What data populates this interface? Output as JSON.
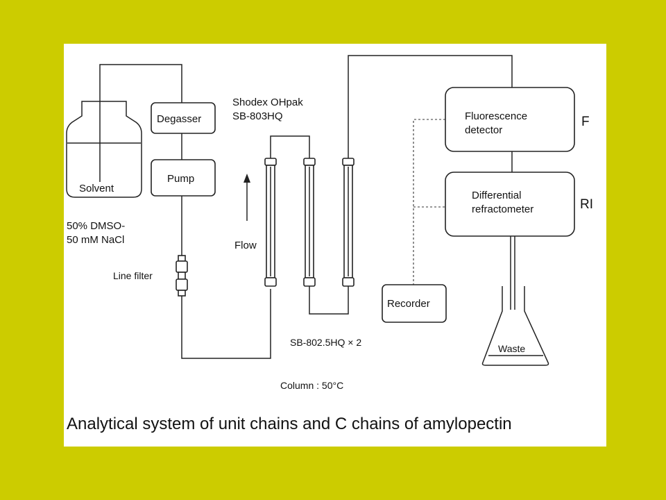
{
  "background_color": "#cccc00",
  "panel_color": "#ffffff",
  "caption": "Analytical system of unit chains and C chains of amylopectin",
  "labels": {
    "solvent": "Solvent",
    "solvent_desc_1": "50% DMSO-",
    "solvent_desc_2": "50 mM NaCl",
    "degasser": "Degasser",
    "pump": "Pump",
    "line_filter": "Line filter",
    "column_name_1": "Shodex OHpak",
    "column_name_2": "SB-803HQ",
    "flow": "Flow",
    "column_secondary": "SB-802.5HQ × 2",
    "column_temp": "Column : 50°C",
    "fluorescence_1": "Fluorescence",
    "fluorescence_2": "detector",
    "detector_f": "F",
    "refractometer_1": "Differential",
    "refractometer_2": "refractometer",
    "detector_ri": "RI",
    "recorder": "Recorder",
    "waste": "Waste"
  }
}
